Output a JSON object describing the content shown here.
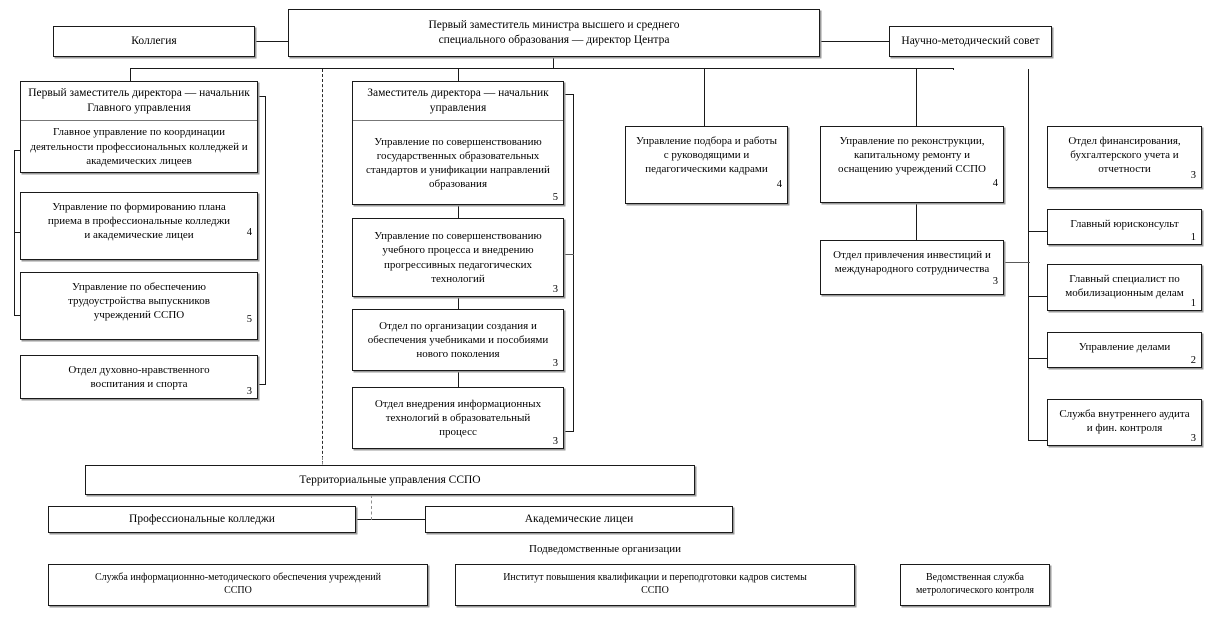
{
  "diagram": {
    "title_caption": "Подведомственные организации",
    "accent_color": "#1a1a1a",
    "background": "#ffffff"
  },
  "top": {
    "kollegia": "Коллегия",
    "director": "Первый заместитель министра высшего и среднего\nспециального образования — директор Центра",
    "council": "Научно-методический совет"
  },
  "col1": {
    "head": "Первый заместитель директора\n— начальник Главного управления",
    "items": [
      {
        "label": "Главное управление по координации\nдеятельности профессиональных\nколледжей и академических лицеев",
        "count": ""
      },
      {
        "label": "Управление по формированию плана\nприема в профессиональные колледжи\nи академические лицеи",
        "count": "4"
      },
      {
        "label": "Управление по обеспечению\nтрудоустройства выпускников\nучреждений ССПО",
        "count": "5"
      },
      {
        "label": "Отдел духовно-нравственного\nвоспитания и спорта",
        "count": "3"
      }
    ]
  },
  "col2": {
    "head": "Заместитель директора\n— начальник управления",
    "items": [
      {
        "label": "Управление по совершенствованию\nгосударственных образовательных\nстандартов и унификации\nнаправлений образования",
        "count": "5"
      },
      {
        "label": "Управление по совершенствованию\nучебного процесса и внедрению\nпрогрессивных педагогических\nтехнологий",
        "count": "3"
      },
      {
        "label": "Отдел по организации создания и\nобеспечения учебниками и пособиями\nнового поколения",
        "count": "3"
      },
      {
        "label": "Отдел внедрения информационных\nтехнологий в образовательный\nпроцесс",
        "count": "3"
      }
    ]
  },
  "col3": {
    "items": [
      {
        "label": "Управление подбора и работы\nс руководящими и\nпедагогическими кадрами",
        "count": "4"
      }
    ]
  },
  "col4": {
    "items": [
      {
        "label": "Управление по реконструкции,\nкапитальному ремонту и\nоснащению учреждений ССПО",
        "count": "4"
      },
      {
        "label": "Отдел привлечения инвестиций и\nмеждународного сотрудничества",
        "count": "3"
      }
    ]
  },
  "col5": {
    "items": [
      {
        "label": "Отдел финансирования,\nбухгалтерского учета и\nотчетности",
        "count": "3"
      },
      {
        "label": "Главный юрисконсульт",
        "count": "1"
      },
      {
        "label": "Главный специалист по\nмобилизационным делам",
        "count": "1"
      },
      {
        "label": "Управление делами",
        "count": "2"
      },
      {
        "label": "Служба внутреннего аудита\nи фин. контроля",
        "count": "3"
      }
    ]
  },
  "territorial": {
    "main": "Территориальные управления ССПО",
    "left": "Профессиональные колледжи",
    "right": "Академические лицеи"
  },
  "subordinate": {
    "caption": "Подведомственные организации",
    "items": [
      {
        "label": "Служба информационнно-методического обеспечения учреждений\nССПО"
      },
      {
        "label": "Институт повышения квалификации и переподготовки кадров системы\nССПО"
      },
      {
        "label": "Ведомственная служба\nметрологического контроля"
      }
    ]
  }
}
